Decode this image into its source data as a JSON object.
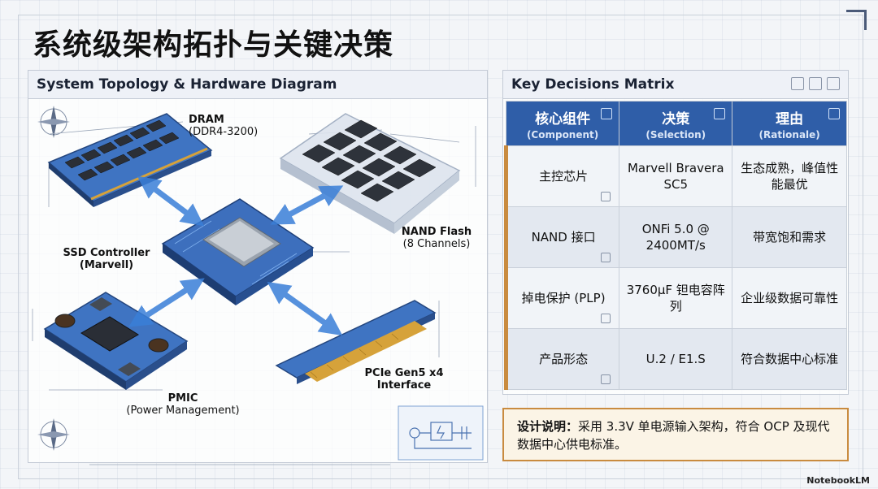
{
  "page": {
    "title": "系统级架构拓扑与关键决策"
  },
  "topology": {
    "header": "System Topology & Hardware Diagram",
    "dram": {
      "name": "DRAM",
      "detail": "(DDR4-3200)"
    },
    "nand": {
      "name": "NAND Flash",
      "detail": "(8 Channels)"
    },
    "controller": {
      "name": "SSD Controller",
      "detail": "(Marvell)"
    },
    "pmic": {
      "name": "PMIC",
      "detail": "(Power Management)"
    },
    "pcie": {
      "name": "PCIe Gen5 x4",
      "detail": "Interface"
    }
  },
  "matrix": {
    "header": "Key Decisions Matrix",
    "columns": [
      {
        "main": "核心组件",
        "sub": "(Component)"
      },
      {
        "main": "决策",
        "sub": "(Selection)"
      },
      {
        "main": "理由",
        "sub": "(Rationale)"
      }
    ],
    "rows": [
      {
        "component": "主控芯片",
        "selection": "Marvell Bravera SC5",
        "rationale": "生态成熟，峰值性能最优"
      },
      {
        "component": "NAND 接口",
        "selection": "ONFi 5.0 @ 2400MT/s",
        "rationale": "带宽饱和需求"
      },
      {
        "component": "掉电保护 (PLP)",
        "selection": "3760μF 钽电容阵列",
        "rationale": "企业级数据可靠性"
      },
      {
        "component": "产品形态",
        "selection": "U.2 / E1.S",
        "rationale": "符合数据中心标准"
      }
    ]
  },
  "note": {
    "label": "设计说明：",
    "text": "采用 3.3V 单电源输入架构，符合 OCP 及现代数据中心供电标准。"
  },
  "footer": {
    "brand": "NotebookLM"
  },
  "colors": {
    "accent": "#2f5ea8",
    "highlight": "#c98b3f"
  }
}
